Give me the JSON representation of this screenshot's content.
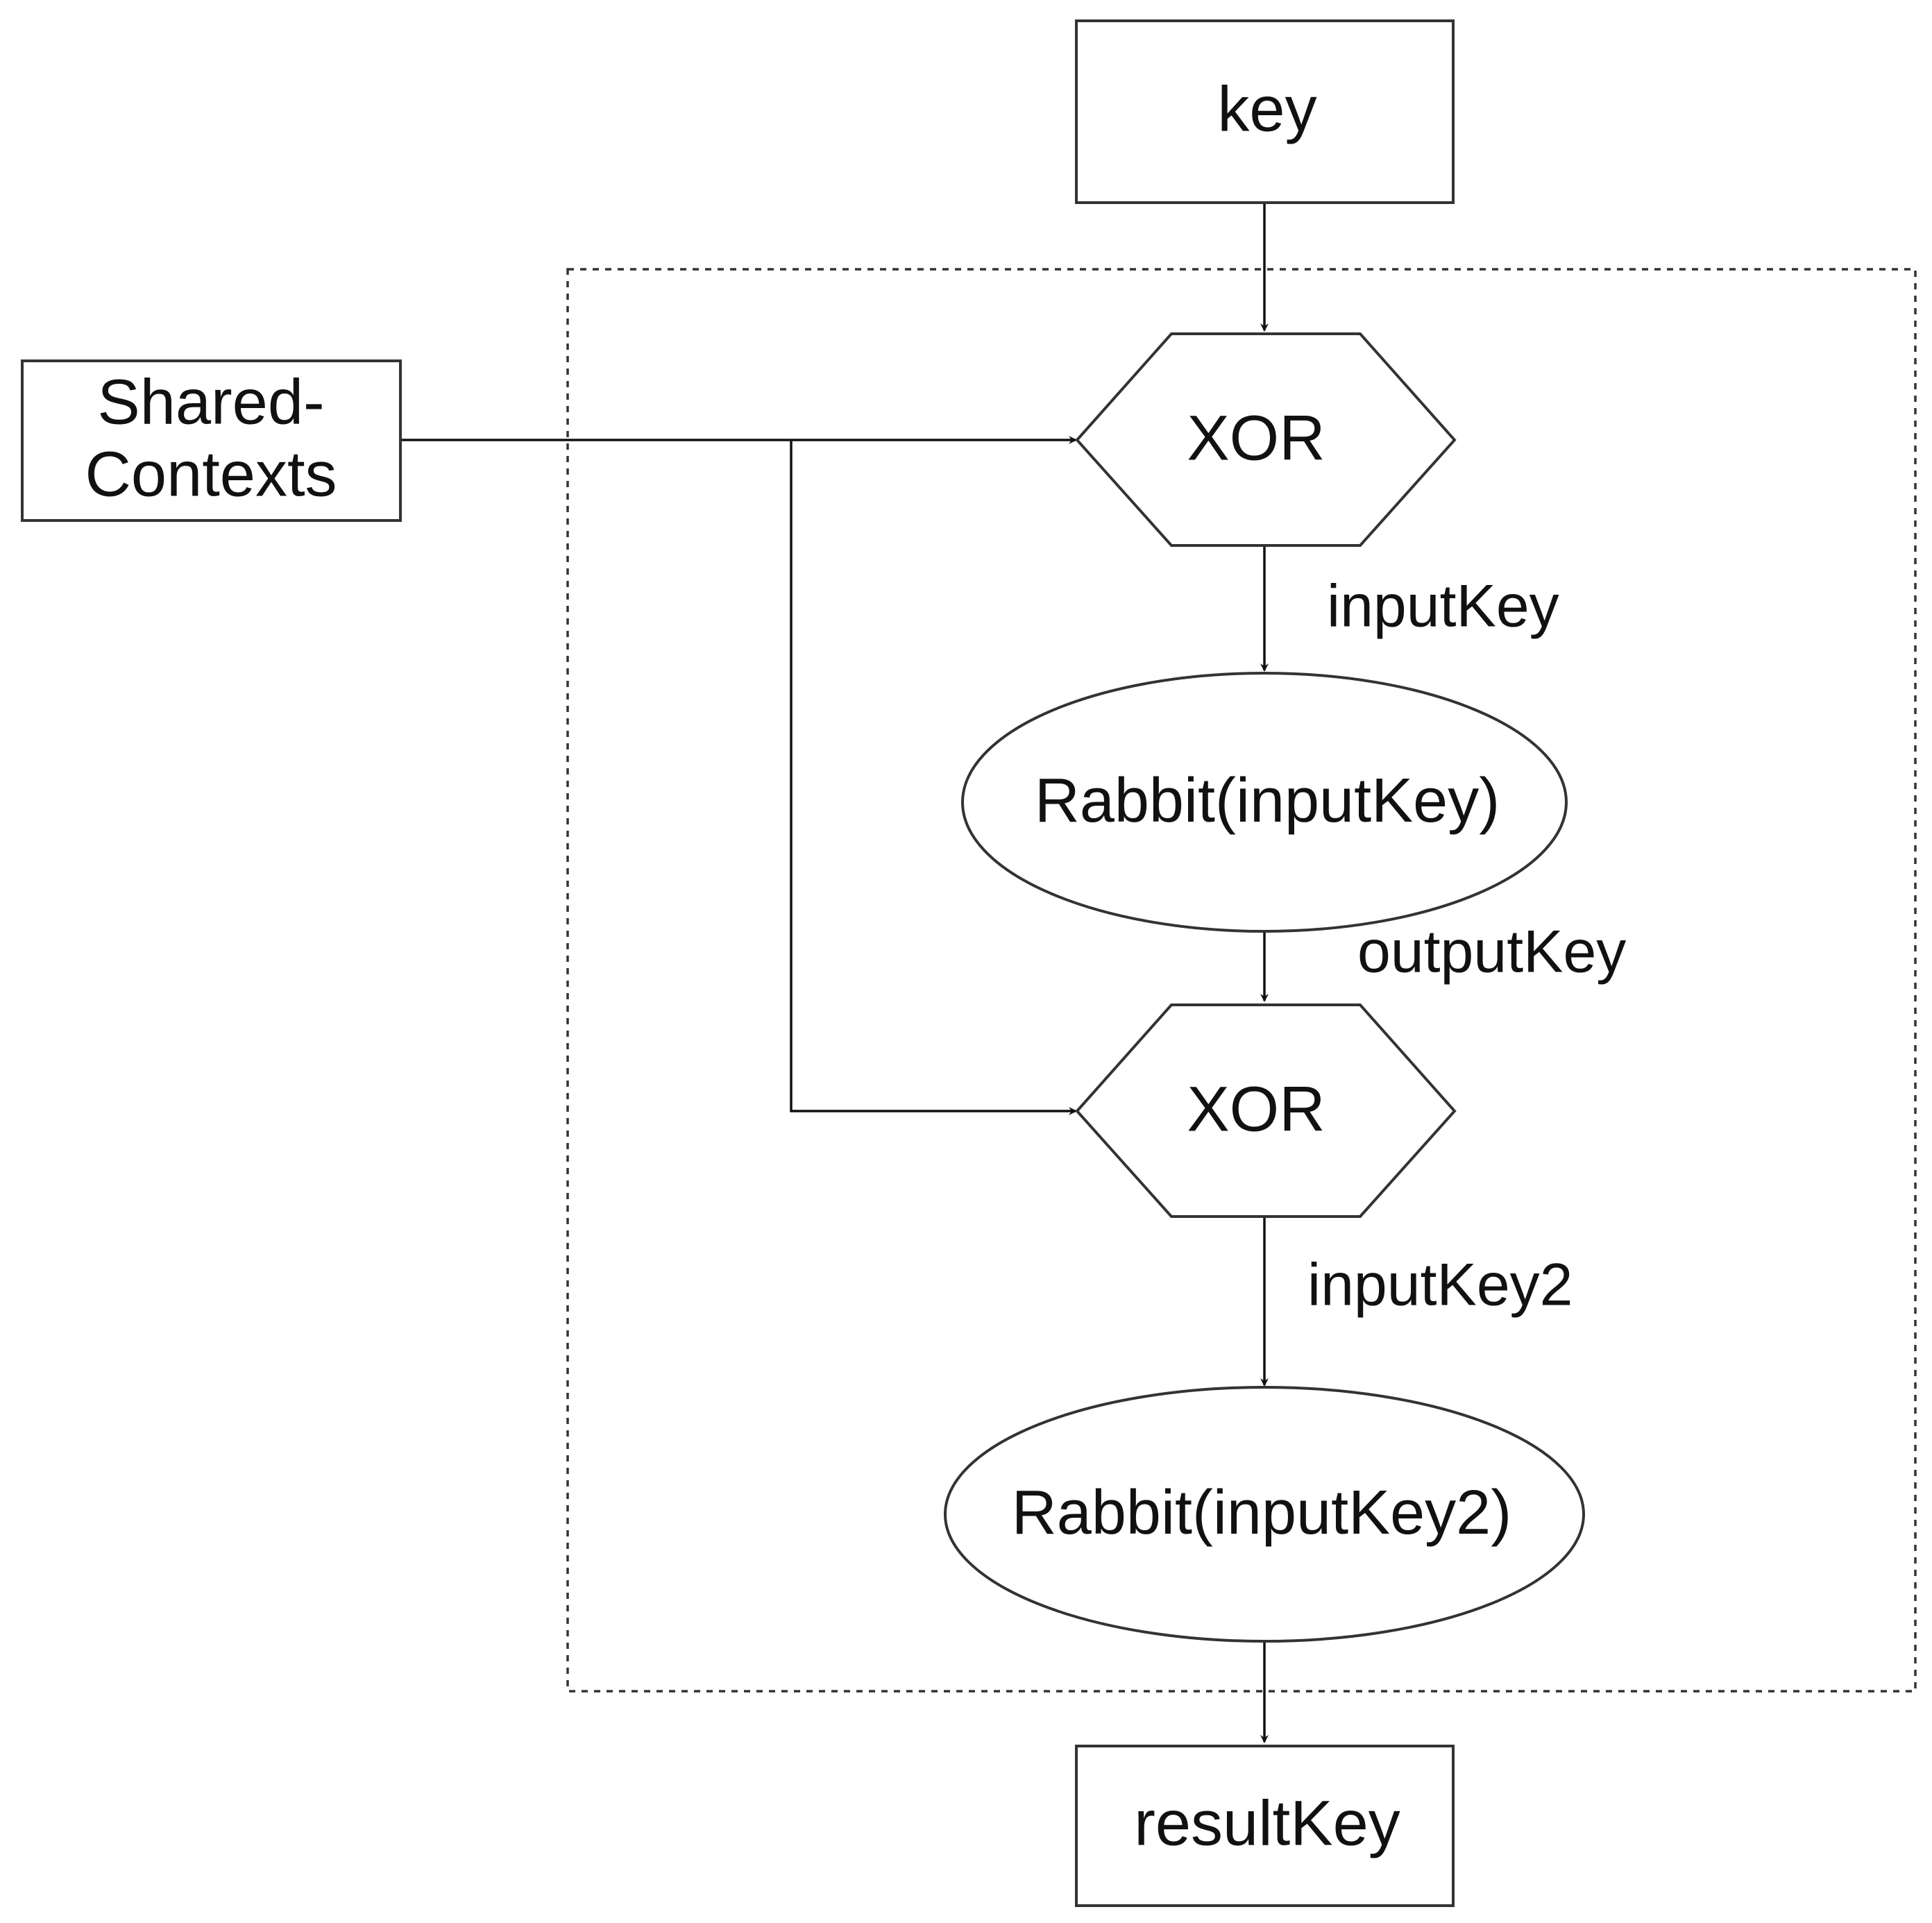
{
  "nodes": {
    "key": {
      "label": "key"
    },
    "shared_contexts": {
      "line1": "Shared-",
      "line2": "Contexts"
    },
    "xor_1": {
      "label": "XOR"
    },
    "rabbit_1": {
      "label": "Rabbit(inputKey)"
    },
    "xor_2": {
      "label": "XOR"
    },
    "rabbit_2": {
      "label": "Rabbit(inputKey2)"
    },
    "result_key": {
      "label": "resultKey"
    }
  },
  "edge_labels": {
    "input_key": "inputKey",
    "output_key": "outputKey",
    "input_key_2": "inputKey2"
  },
  "colors": {
    "stroke": "#333333",
    "text": "#111111",
    "background": "#ffffff"
  }
}
